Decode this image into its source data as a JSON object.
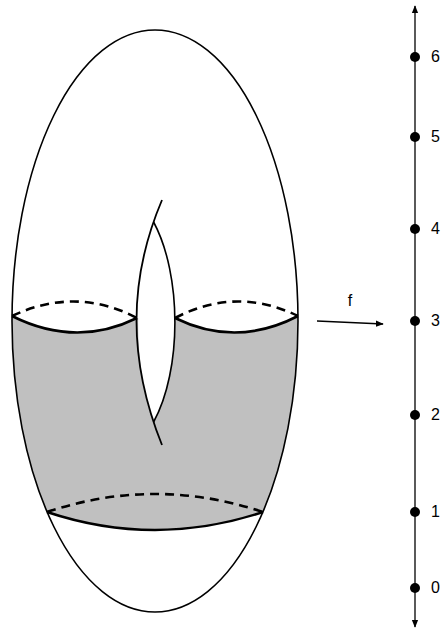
{
  "diagram": {
    "labels": [
      "6",
      "5",
      "4",
      "f",
      "3",
      "2",
      "1",
      "0"
    ]
  }
}
